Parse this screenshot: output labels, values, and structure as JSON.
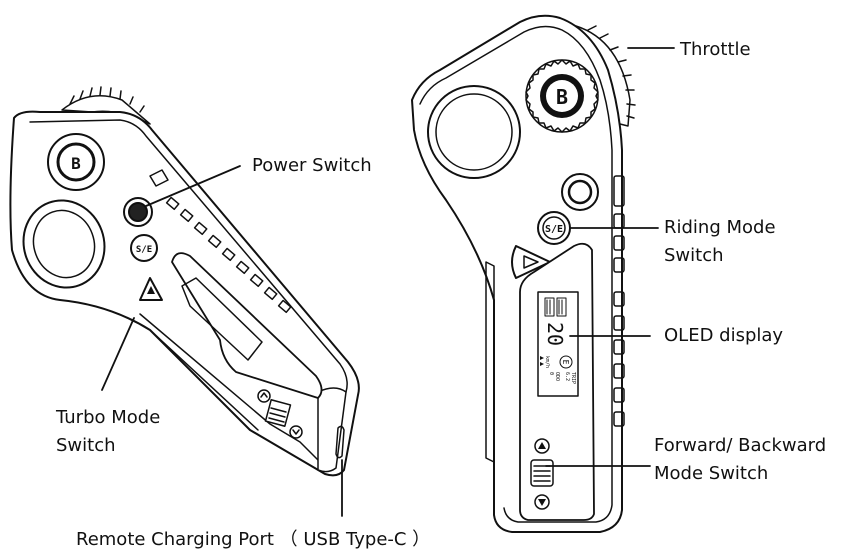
{
  "labels": {
    "power_switch": "Power Switch",
    "throttle": "Throttle",
    "riding_mode": [
      "Riding Mode",
      "Switch"
    ],
    "oled_display": "OLED display",
    "turbo_mode": [
      "Turbo Mode",
      "Switch"
    ],
    "forward_backward": [
      "Forward/ Backward",
      "Mode Switch"
    ],
    "charging_port": "Remote Charging Port （ USB Type-C ）"
  },
  "buttons": {
    "mode_badge": "S/E"
  },
  "oled": {
    "speed": "20",
    "mode_letter": "E",
    "unit": "km/h",
    "trip_label": "TRIP",
    "trip_value": "6.2",
    "odo_label": "ODO",
    "odo_value": "0"
  },
  "colors": {
    "line": "#111111",
    "fill": "#ffffff"
  }
}
